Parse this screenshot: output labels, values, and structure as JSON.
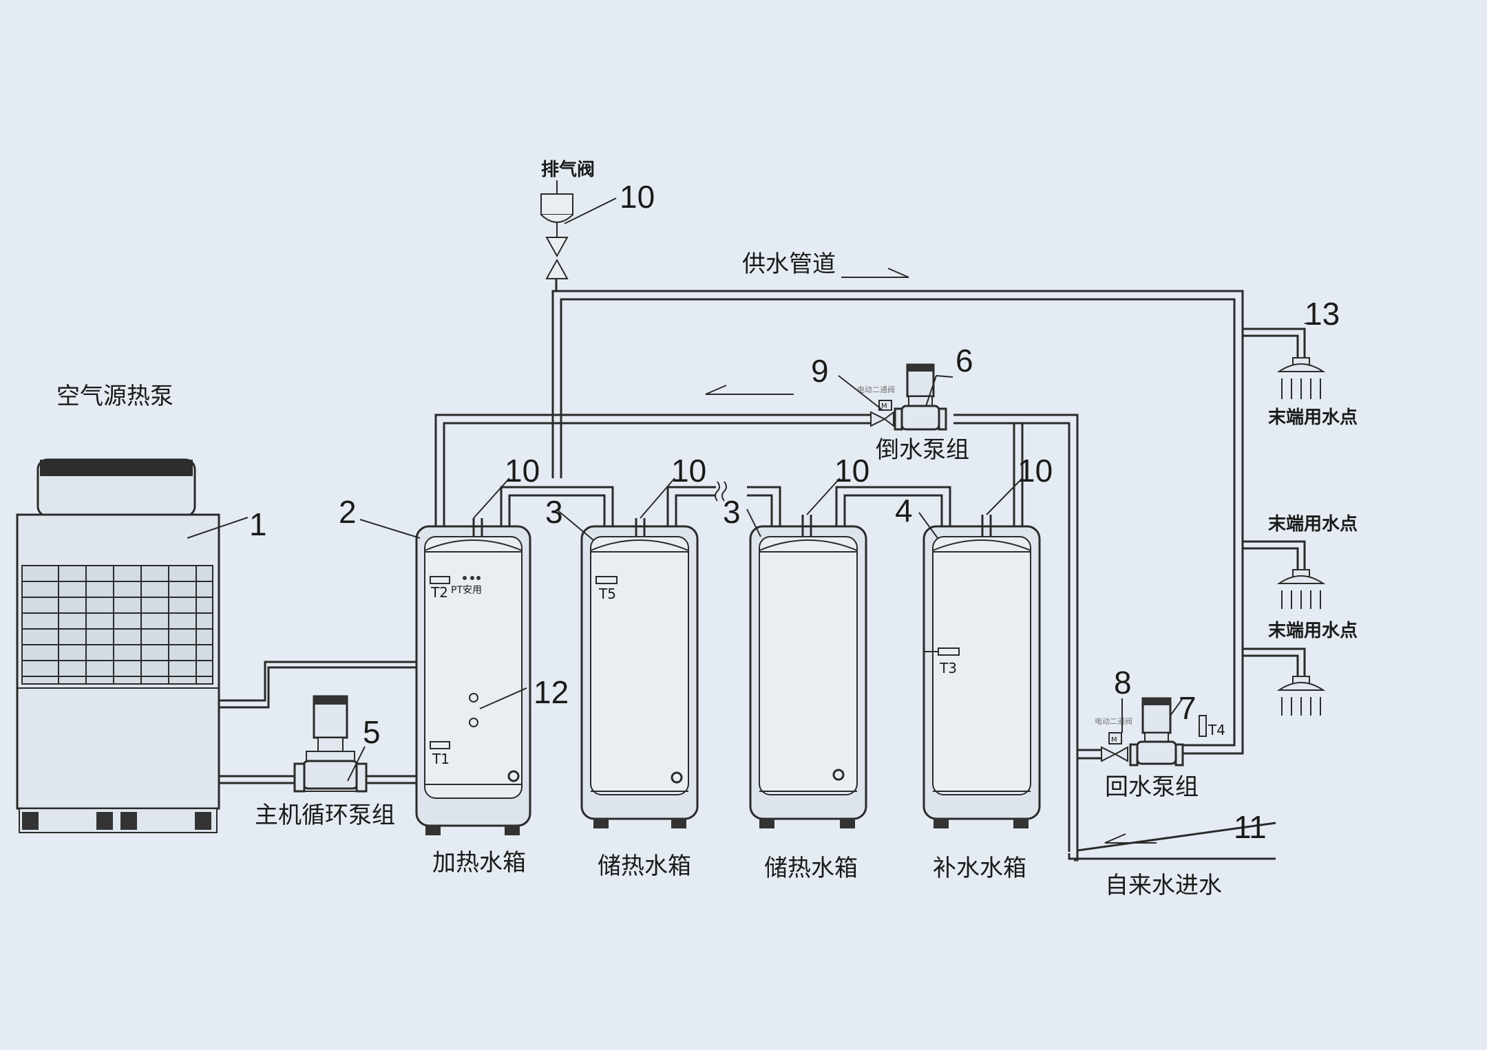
{
  "labels": {
    "air_source_heat_pump": "空气源热泵",
    "supply_pipe": "供水管道",
    "vent_valve": "排气阀",
    "transfer_pump_group": "倒水泵组",
    "main_circ_pump_group": "主机循环泵组",
    "return_pump_group": "回水泵组",
    "tap_water_inlet": "自来水进水",
    "terminal_point": "末端用水点",
    "pt_text": "PT安用",
    "valve_motor_text_a": "电动二通阀",
    "valve_motor_text_b": "电动二通阀",
    "motor_symbol": "M"
  },
  "tanks": [
    {
      "name": "加热水箱"
    },
    {
      "name": "储热水箱"
    },
    {
      "name": "储热水箱"
    },
    {
      "name": "补水水箱"
    }
  ],
  "sensors": {
    "t1": "T1",
    "t2": "T2",
    "t3": "T3",
    "t4": "T4",
    "t5": "T5"
  },
  "callouts": {
    "c1": "1",
    "c2": "2",
    "c3a": "3",
    "c3b": "3",
    "c4": "4",
    "c5": "5",
    "c6": "6",
    "c7": "7",
    "c8": "8",
    "c9": "9",
    "c10_vent": "10",
    "c10_t1": "10",
    "c10_t2": "10",
    "c10_t3": "10",
    "c10_t4": "10",
    "c11": "11",
    "c12": "12",
    "c13": "13"
  }
}
